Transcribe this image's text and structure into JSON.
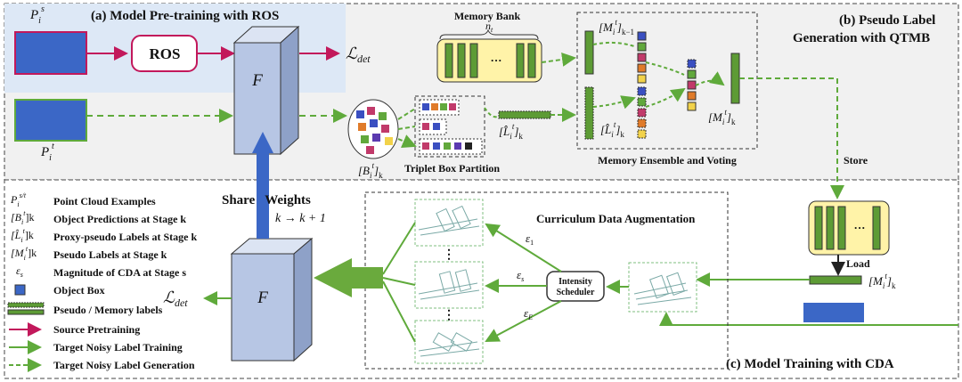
{
  "sections": {
    "pretraining_title": "(a) Model Pre-training with ROS",
    "pseudo_title_line1": "(b) Pseudo Label",
    "pseudo_title_line2": "Generation with QTMB",
    "training_title": "(c) Model Training with CDA"
  },
  "blocks": {
    "ros": "ROS",
    "model_symbol": "F",
    "memory_bank": "Memory Bank",
    "memory_bank_count": "n",
    "memory_bank_count_sub": "t",
    "triplet_partition": "Triplet Box Partition",
    "ensemble_voting": "Memory Ensemble and Voting",
    "curriculum": "Curriculum Data Augmentation",
    "scheduler_line1": "Intensity",
    "scheduler_line2": "Scheduler",
    "store": "Store",
    "load": "Load",
    "share_weights": "Share   Weights",
    "stage_update": "k → k + 1",
    "loss": "ℒ",
    "loss_sub": "det",
    "ellipsis": "···",
    "vdots": "⋮"
  },
  "math_labels": {
    "P_source": "P",
    "P_source_sup": "s",
    "P_source_sub": "i",
    "P_target": "P",
    "P_target_sup": "t",
    "P_target_sub": "i",
    "B_pred": "[B",
    "B_pred_sup": "t",
    "B_pred_sub": "i",
    "B_pred_tail": "]",
    "L_proxy": "[L̂",
    "L_proxy_tail": "]",
    "M_prev": "[M",
    "M_prev_stage": "k−1",
    "M_stage": "k",
    "eps1": "ε",
    "eps1_sub": "1",
    "epss": "ε",
    "epss_sub": "s",
    "epsE": "ε",
    "epsE_sub": "E"
  },
  "legend": [
    {
      "symbol": "P",
      "sub": "i",
      "sup": "s/t",
      "text": "Point Cloud Examples"
    },
    {
      "symbol": "[B",
      "sub": "i",
      "sup": "t",
      "tail": "]k",
      "text": "Object Predictions at Stage k"
    },
    {
      "symbol": "[L̂",
      "sub": "i",
      "sup": "t",
      "tail": "]k",
      "text": "Proxy-pseudo Labels at Stage k"
    },
    {
      "symbol": "[M",
      "sub": "i",
      "sup": "t",
      "tail": "]k",
      "text": "Pseudo Labels at Stage k"
    },
    {
      "symbol": "ε",
      "sub": "s",
      "sup": "",
      "tail": "",
      "text": "Magnitude of CDA at Stage s"
    },
    {
      "icon": "object-box",
      "text": "Object Box"
    },
    {
      "icon": "pseudo-memory-labels",
      "text": "Pseudo / Memory labels"
    },
    {
      "icon": "source-arrow",
      "text": "Source Pretraining"
    },
    {
      "icon": "target-solid-arrow",
      "text": "Target Noisy Label Training"
    },
    {
      "icon": "target-dashed-arrow",
      "text": "Target Noisy Label Generation"
    }
  ],
  "colors": {
    "source": "#c2185b",
    "target": "#5faa3b",
    "box_blue": "#3b67c6",
    "cube_face": "#b7c6e4",
    "memory_fill": "#fff3a8",
    "memory_bar": "#5d9b35",
    "pretrain_bg": "#dde8f6",
    "voting_colors": [
      "#3a4fc1",
      "#61a83c",
      "#c13a6a",
      "#e07b2a",
      "#f2d24a"
    ]
  }
}
